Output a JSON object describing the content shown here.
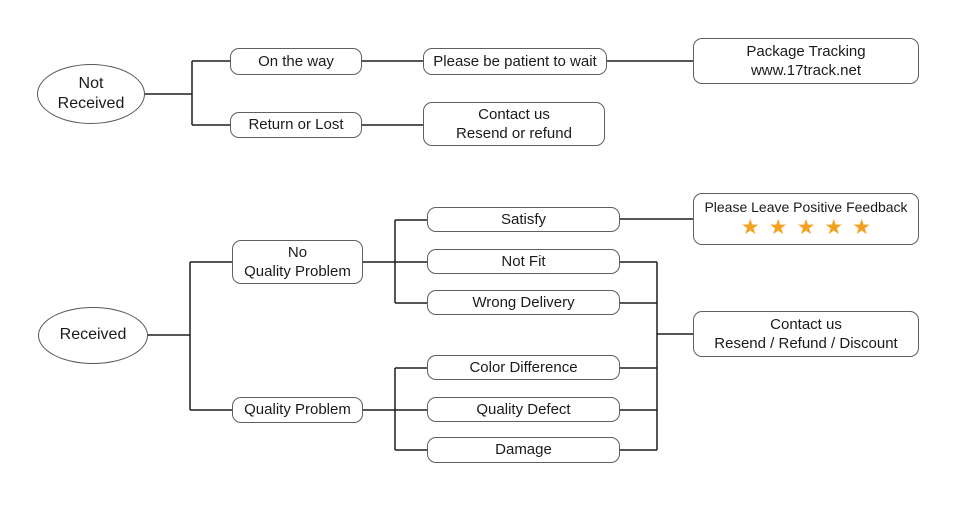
{
  "colors": {
    "star": "#F5A01E",
    "line": "#1E1E1E",
    "box_border": "#5F5F5F",
    "text": "#1B1B1B",
    "background": "#FFFFFF"
  },
  "nodes": {
    "not_received": "Not\nReceived",
    "on_the_way": "On the way",
    "please_be_patient": "Please be patient to wait",
    "package_tracking": "Package Tracking\nwww.17track.net",
    "return_or_lost": "Return or Lost",
    "contact_resend_refund": "Contact us\nResend or refund",
    "received": "Received",
    "no_quality_problem": "No\nQuality Problem",
    "satisfy": "Satisfy",
    "not_fit": "Not Fit",
    "wrong_delivery": "Wrong Delivery",
    "quality_problem": "Quality Problem",
    "color_difference": "Color Difference",
    "quality_defect": "Quality Defect",
    "damage": "Damage",
    "positive_feedback": {
      "label": "Please Leave Positive Feedback",
      "star_icon": "★",
      "star_count": 5
    },
    "contact_discount": "Contact us\nResend / Refund / Discount"
  }
}
